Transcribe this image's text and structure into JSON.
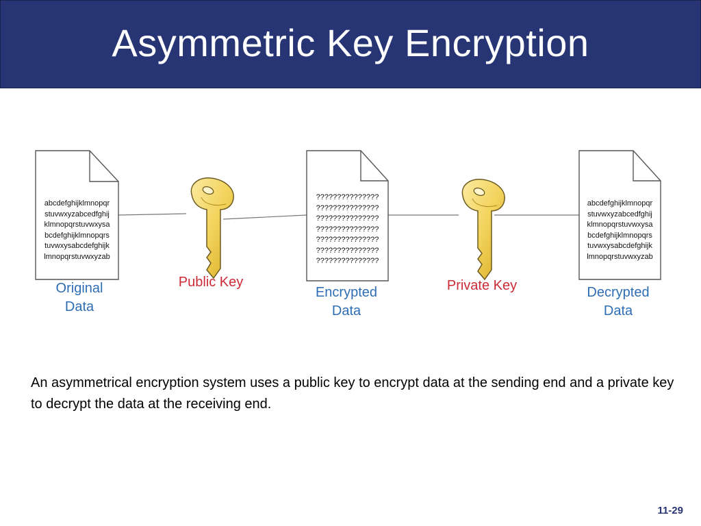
{
  "slide": {
    "title": "Asymmetric Key Encryption",
    "caption": "An asymmetrical encryption system uses a public key to encrypt data at the sending end and a private key to decrypt the data at the receiving end.",
    "page_number": "11-29"
  },
  "documents": {
    "original": {
      "label_line1": "Original",
      "label_line2": "Data",
      "lines": [
        "abcdefghijklmnopqr",
        "stuvwxyzabcedfghij",
        "klmnopqrstuvwxysa",
        "bcdefghijklmnopqrs",
        "tuvwxysabcdefghijk",
        "lmnopqrstuvwxyzab"
      ]
    },
    "encrypted": {
      "label_line1": "Encrypted",
      "label_line2": "Data",
      "lines": [
        "???????????????",
        "???????????????",
        "???????????????",
        "???????????????",
        "???????????????",
        "???????????????",
        "???????????????"
      ]
    },
    "decrypted": {
      "label_line1": "Decrypted",
      "label_line2": "Data",
      "lines": [
        "abcdefghijklmnopqr",
        "stuvwxyzabcedfghij",
        "klmnopqrstuvwxysa",
        "bcdefghijklmnopqrs",
        "tuvwxysabcdefghijk",
        "lmnopqrstuvwxyzab"
      ]
    }
  },
  "keys": {
    "public": {
      "label": "Public Key"
    },
    "private": {
      "label": "Private Key"
    }
  },
  "colors": {
    "title_bar": "#283574",
    "doc_label": "#2e6db4",
    "key_label": "#cc2a36",
    "key_fill": "#f2d35c"
  }
}
